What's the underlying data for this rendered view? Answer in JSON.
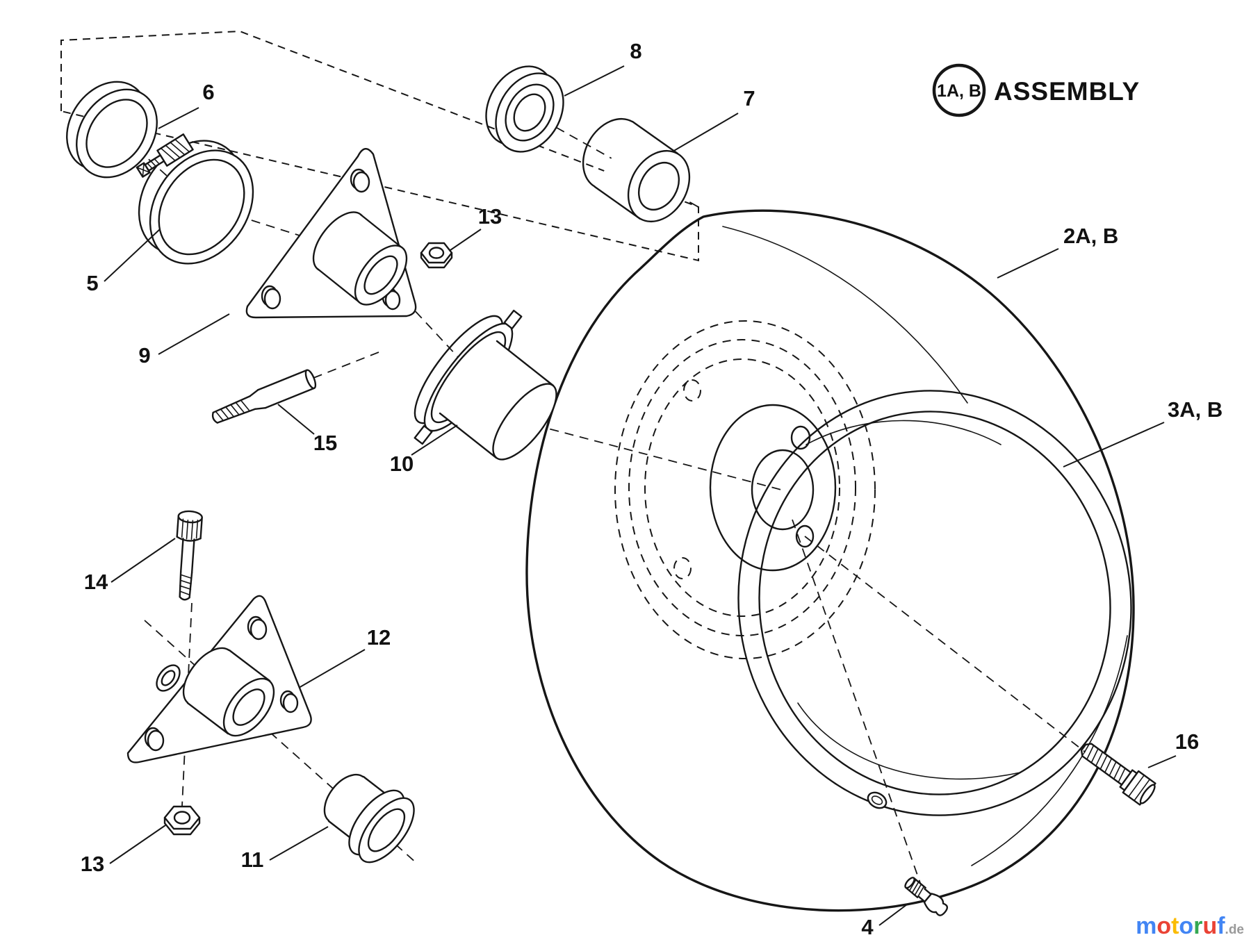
{
  "colors": {
    "ink": "#161616",
    "background": "#ffffff"
  },
  "assembly_badge": {
    "circle_label": "1A, B",
    "title": "ASSEMBLY"
  },
  "callouts": {
    "c2": "2A, B",
    "c3": "3A, B",
    "c4": "4",
    "c5": "5",
    "c6": "6",
    "c7": "7",
    "c8": "8",
    "c9": "9",
    "c10": "10",
    "c11": "11",
    "c12": "12",
    "c13a": "13",
    "c13b": "13",
    "c14": "14",
    "c15": "15",
    "c16": "16"
  },
  "watermark": {
    "letters": [
      {
        "ch": "m",
        "color": "#4285F4"
      },
      {
        "ch": "o",
        "color": "#EA4335"
      },
      {
        "ch": "t",
        "color": "#FBBC05"
      },
      {
        "ch": "o",
        "color": "#4285F4"
      },
      {
        "ch": "r",
        "color": "#34A853"
      },
      {
        "ch": "u",
        "color": "#EA4335"
      },
      {
        "ch": "f",
        "color": "#4285F4"
      }
    ],
    "suffix": ".de"
  }
}
